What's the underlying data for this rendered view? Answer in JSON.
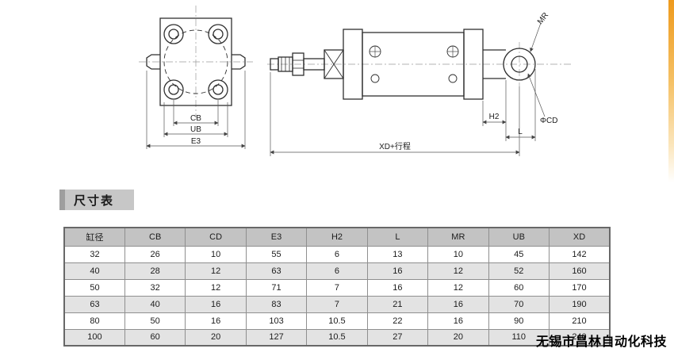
{
  "diagram": {
    "end_view": {
      "labels": {
        "cb": "CB",
        "ub": "UB",
        "e3": "E3"
      }
    },
    "side_view": {
      "labels": {
        "mr": "MR",
        "h2": "H2",
        "cd": "ΦCD",
        "l": "L",
        "xd_stroke": "XD+行程"
      }
    }
  },
  "section": {
    "title": "尺寸表"
  },
  "table": {
    "headers": [
      "缸径",
      "CB",
      "CD",
      "E3",
      "H2",
      "L",
      "MR",
      "UB",
      "XD"
    ],
    "rows": [
      [
        "32",
        "26",
        "10",
        "55",
        "6",
        "13",
        "10",
        "45",
        "142"
      ],
      [
        "40",
        "28",
        "12",
        "63",
        "6",
        "16",
        "12",
        "52",
        "160"
      ],
      [
        "50",
        "32",
        "12",
        "71",
        "7",
        "16",
        "12",
        "60",
        "170"
      ],
      [
        "63",
        "40",
        "16",
        "83",
        "7",
        "21",
        "16",
        "70",
        "190"
      ],
      [
        "80",
        "50",
        "16",
        "103",
        "10.5",
        "22",
        "16",
        "90",
        "210"
      ],
      [
        "100",
        "60",
        "20",
        "127",
        "10.5",
        "27",
        "20",
        "110",
        "240"
      ]
    ]
  },
  "watermark": {
    "text": "无锡市昌林自动化科技"
  },
  "colors": {
    "table_header_bg": "#c3c3c3",
    "table_stripe_bg": "#e3e3e3",
    "section_label_bg": "#c7c7c7",
    "edge_accent": "#ee9a1d"
  }
}
